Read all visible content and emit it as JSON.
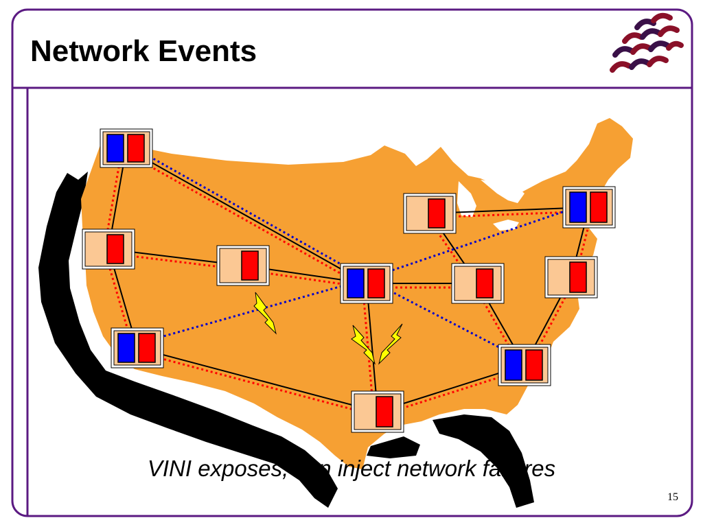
{
  "slide": {
    "title": "Network Events",
    "caption": "VINI exposes, can inject network failures",
    "page_number": "15"
  },
  "colors": {
    "frame": "#5b1a82",
    "map_fill": "#f6a033",
    "ocean_shadow": "#000000",
    "node_box": "#fbc894",
    "blue_unit": "#0000ff",
    "red_unit": "#ff0000",
    "physical_link": "#000000",
    "red_virtual_link": "#ff0000",
    "blue_virtual_link": "#0000cc",
    "lightning": "#ffff00",
    "logo_dark": "#3a1048",
    "logo_red": "#8a1028"
  },
  "nodes": [
    {
      "id": "seattle",
      "units": [
        "blue",
        "red"
      ]
    },
    {
      "id": "sf-bay",
      "units": [
        "red"
      ]
    },
    {
      "id": "los-angeles",
      "units": [
        "blue",
        "red"
      ]
    },
    {
      "id": "denver",
      "units": [
        "red"
      ]
    },
    {
      "id": "kansas-city",
      "units": [
        "blue",
        "red"
      ]
    },
    {
      "id": "houston",
      "units": [
        "red"
      ]
    },
    {
      "id": "chicago",
      "units": [
        "red"
      ]
    },
    {
      "id": "indianapolis",
      "units": [
        "red"
      ]
    },
    {
      "id": "atlanta",
      "units": [
        "blue",
        "red"
      ]
    },
    {
      "id": "new-york",
      "units": [
        "blue",
        "red"
      ]
    },
    {
      "id": "washington-dc",
      "units": [
        "red"
      ]
    }
  ],
  "physical_links": [
    [
      "seattle",
      "sf-bay"
    ],
    [
      "seattle",
      "kansas-city"
    ],
    [
      "sf-bay",
      "denver"
    ],
    [
      "sf-bay",
      "los-angeles"
    ],
    [
      "denver",
      "kansas-city"
    ],
    [
      "los-angeles",
      "houston"
    ],
    [
      "kansas-city",
      "houston"
    ],
    [
      "kansas-city",
      "indianapolis"
    ],
    [
      "houston",
      "atlanta"
    ],
    [
      "chicago",
      "new-york"
    ],
    [
      "chicago",
      "indianapolis"
    ],
    [
      "indianapolis",
      "atlanta"
    ],
    [
      "atlanta",
      "washington-dc"
    ],
    [
      "washington-dc",
      "new-york"
    ]
  ],
  "red_virtual_links": [
    [
      "seattle",
      "sf-bay"
    ],
    [
      "seattle",
      "kansas-city"
    ],
    [
      "sf-bay",
      "denver"
    ],
    [
      "sf-bay",
      "los-angeles"
    ],
    [
      "denver",
      "kansas-city"
    ],
    [
      "los-angeles",
      "houston"
    ],
    [
      "kansas-city",
      "houston"
    ],
    [
      "kansas-city",
      "indianapolis"
    ],
    [
      "houston",
      "atlanta"
    ],
    [
      "chicago",
      "new-york"
    ],
    [
      "chicago",
      "indianapolis"
    ],
    [
      "indianapolis",
      "atlanta"
    ],
    [
      "atlanta",
      "washington-dc"
    ],
    [
      "washington-dc",
      "new-york"
    ]
  ],
  "blue_virtual_links": [
    [
      "seattle",
      "kansas-city"
    ],
    [
      "los-angeles",
      "kansas-city"
    ],
    [
      "kansas-city",
      "new-york"
    ],
    [
      "kansas-city",
      "atlanta"
    ]
  ],
  "failure_markers": [
    {
      "id": "denver-kc-fault"
    },
    {
      "id": "kc-houston-fault-left"
    },
    {
      "id": "kc-houston-fault-right"
    }
  ]
}
